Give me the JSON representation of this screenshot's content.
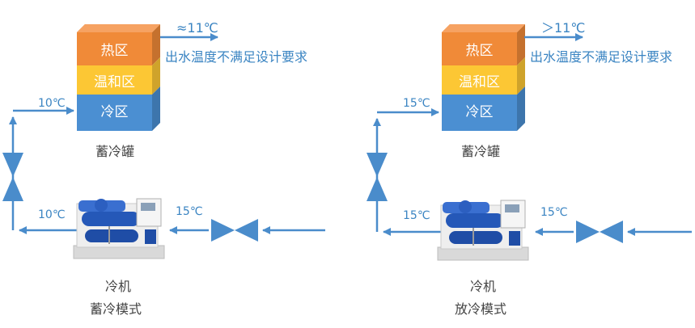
{
  "colors": {
    "pipe": "#4a8ccb",
    "hot": "#f08a38",
    "mild": "#fcc734",
    "cold": "#4b8fd2",
    "text": "#444444"
  },
  "left": {
    "tank": {
      "hot": "热区",
      "mild": "温和区",
      "cold": "冷区",
      "name": "蓄冷罐"
    },
    "outlet_temp": "≈11℃",
    "outlet_note": "出水温度不满足设计要求",
    "inlet_temp": "10℃",
    "chiller_out_temp": "10℃",
    "chiller_in_temp": "15℃",
    "chiller": "冷机",
    "mode": "蓄冷模式"
  },
  "right": {
    "tank": {
      "hot": "热区",
      "mild": "温和区",
      "cold": "冷区",
      "name": "蓄冷罐"
    },
    "outlet_temp": "＞11℃",
    "outlet_note": "出水温度不满足设计要求",
    "inlet_temp": "15℃",
    "chiller_out_temp": "15℃",
    "chiller_in_temp": "15℃",
    "chiller": "冷机",
    "mode": "放冷模式"
  }
}
